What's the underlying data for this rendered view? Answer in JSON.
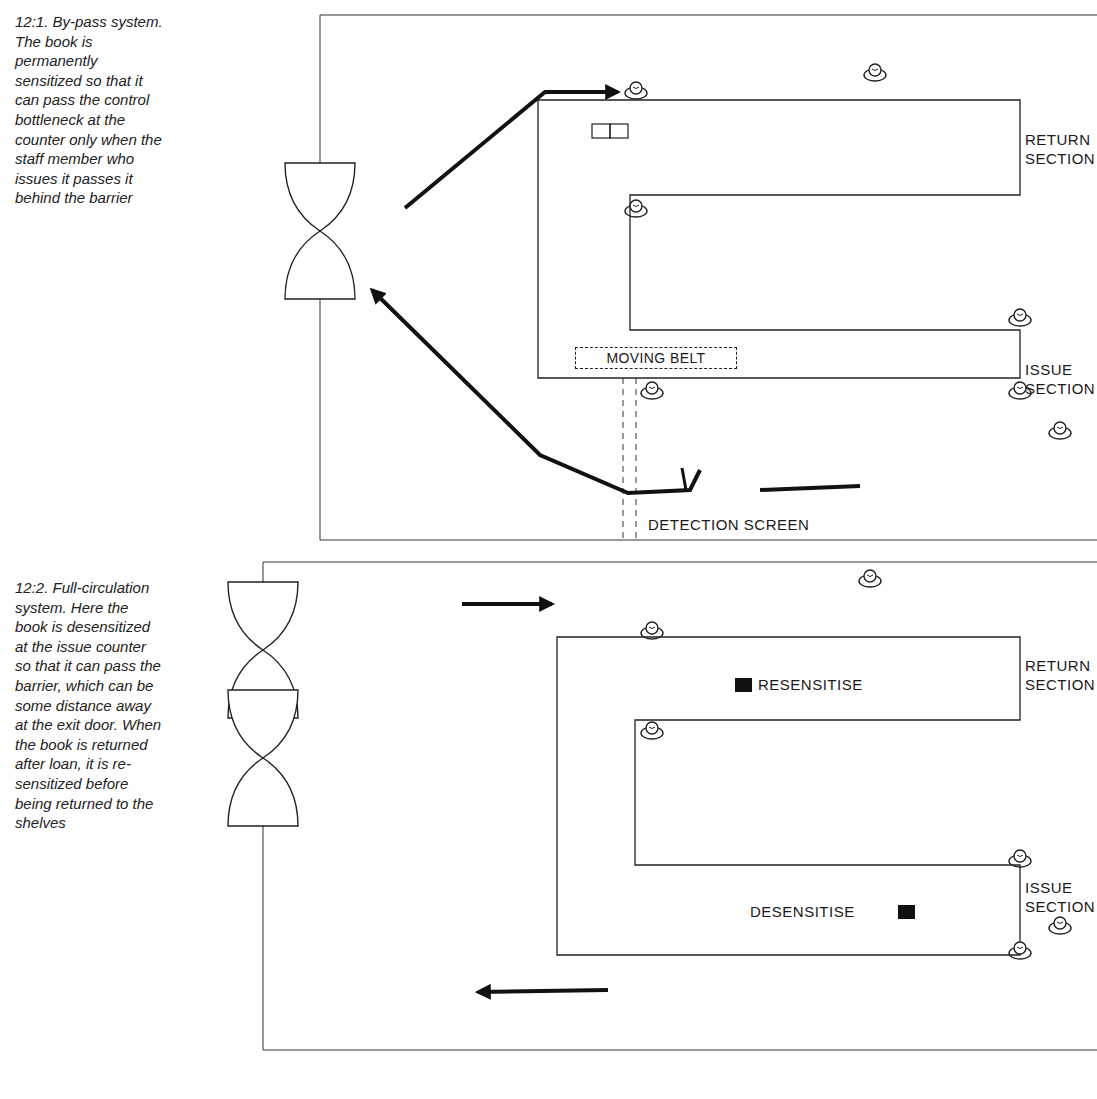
{
  "diagram": {
    "nodes": [
      {
        "text": [
          "MOVING BELT"
        ]
      }
    ],
    "labels": [
      "12:1. By-pass system. The book is permanently sensitized so that it can pass the control bottleneck at the counter only when the staff member who issues it passes it behind the barrier",
      "RETURN SECTION",
      "ISSUE SECTION",
      "DETECTION SCREEN",
      "12:2. Full-circulation system. Here the book is desensitized at the issue counter so that it can pass the barrier, which can be some distance away at the exit door. When the book is returned after loan, it is re-sensitized before being returned to the shelves",
      "RESENSITISE",
      "RETURN SECTION",
      "DESENSITISE",
      "ISSUE SECTION"
    ]
  }
}
